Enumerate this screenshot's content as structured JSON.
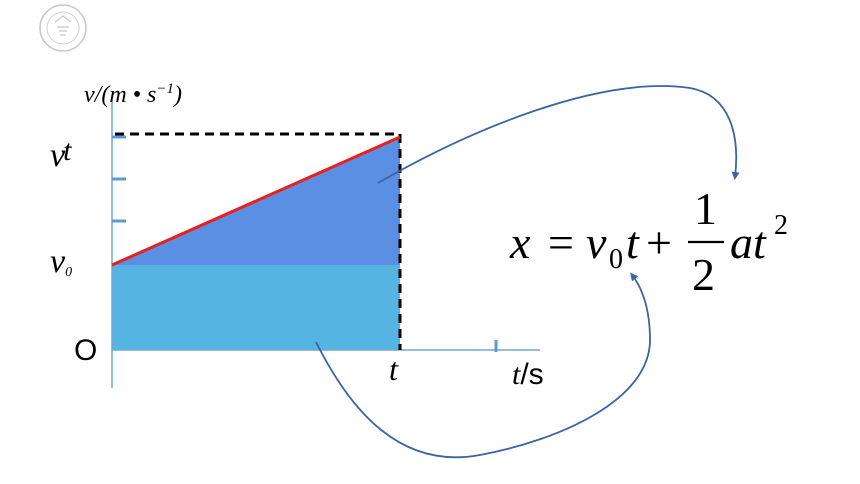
{
  "diagram": {
    "axis_colors": {
      "axis": "#6fa8d6",
      "tick": "#5b9bd5"
    },
    "fill_colors": {
      "triangle": "#5b8fe3",
      "rectangle": "#55b4e2",
      "slope_line": "#e8201e",
      "arrow": "#3c63a6"
    },
    "y_axis_label": "v/(m • s",
    "y_axis_unit_exp": "−1",
    "y_axis_label_close": ")",
    "label_vt_main": "v",
    "label_vt_sub": "t",
    "label_v0_main": "v",
    "label_v0_sub": "0",
    "origin_label": "O",
    "t_label": "t",
    "x_axis_label_var": "t",
    "x_axis_label_unit": "/s",
    "formula": {
      "lhs": "x",
      "eq": "=",
      "v": "v",
      "v_sub": "0",
      "t1": "t",
      "plus": "+",
      "frac_num": "1",
      "frac_den": "2",
      "at": "at",
      "exp": "2"
    },
    "logo_icon": "university-seal-icon"
  }
}
